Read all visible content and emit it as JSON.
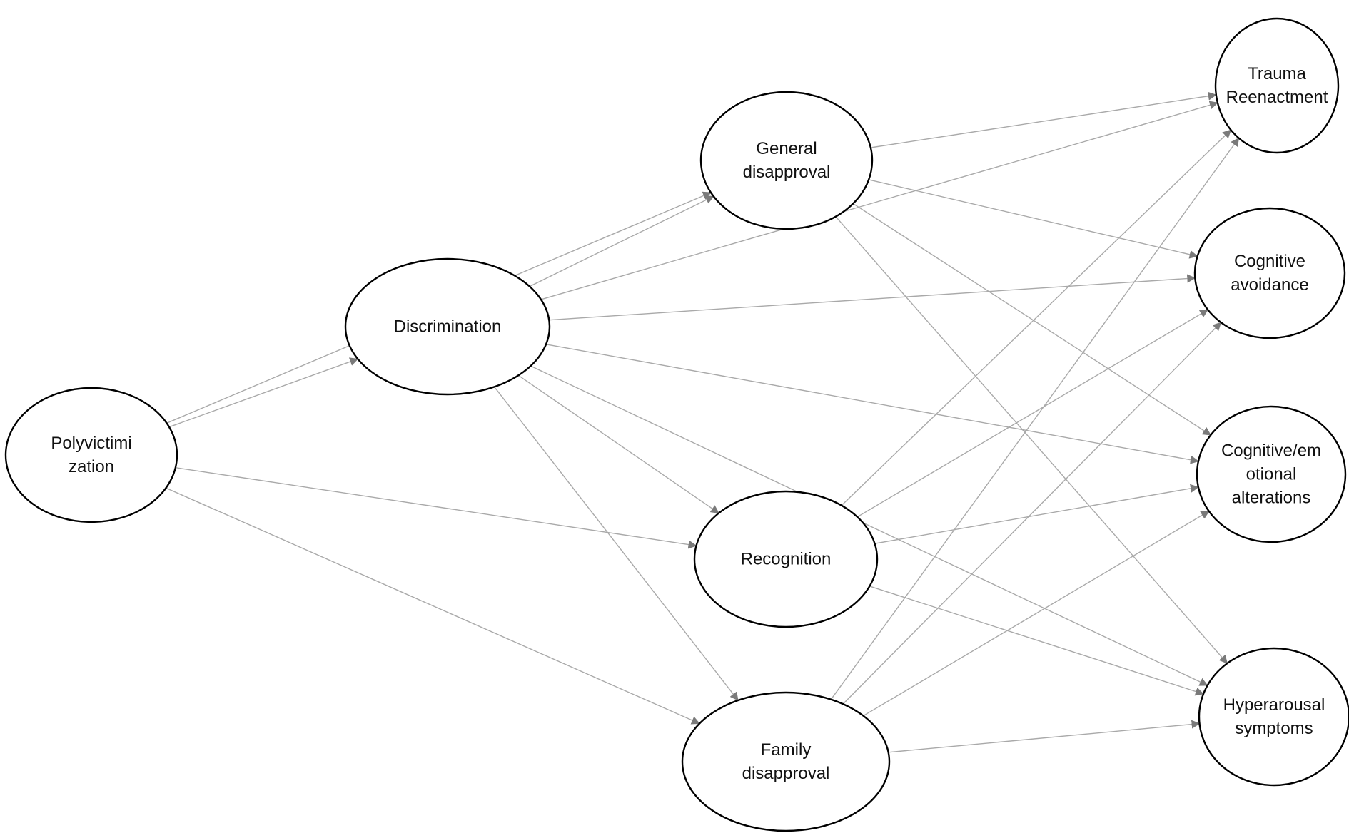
{
  "diagram": {
    "nodes": [
      {
        "id": "polyvictimization",
        "lines": [
          "Polyvictimi",
          "zation"
        ]
      },
      {
        "id": "discrimination",
        "lines": [
          "Discrimination"
        ]
      },
      {
        "id": "general-disapproval",
        "lines": [
          "General",
          "disapproval"
        ]
      },
      {
        "id": "recognition",
        "lines": [
          "Recognition"
        ]
      },
      {
        "id": "family-disapproval",
        "lines": [
          "Family",
          "disapproval"
        ]
      },
      {
        "id": "trauma-reenactment",
        "lines": [
          "Trauma",
          "Reenactment"
        ]
      },
      {
        "id": "cognitive-avoidance",
        "lines": [
          "Cognitive",
          "avoidance"
        ]
      },
      {
        "id": "cognitive-emotional-alterations",
        "lines": [
          "Cognitive/em",
          "otional",
          "alterations"
        ]
      },
      {
        "id": "hyperarousal-symptoms",
        "lines": [
          "Hyperarousal",
          "symptoms"
        ]
      }
    ],
    "edges": [
      {
        "from": "polyvictimization",
        "to": "general-disapproval"
      },
      {
        "from": "polyvictimization",
        "to": "discrimination"
      },
      {
        "from": "polyvictimization",
        "to": "recognition"
      },
      {
        "from": "polyvictimization",
        "to": "family-disapproval"
      },
      {
        "from": "discrimination",
        "to": "general-disapproval"
      },
      {
        "from": "discrimination",
        "to": "recognition"
      },
      {
        "from": "discrimination",
        "to": "family-disapproval"
      },
      {
        "from": "discrimination",
        "to": "trauma-reenactment"
      },
      {
        "from": "discrimination",
        "to": "cognitive-avoidance"
      },
      {
        "from": "discrimination",
        "to": "cognitive-emotional-alterations"
      },
      {
        "from": "discrimination",
        "to": "hyperarousal-symptoms"
      },
      {
        "from": "general-disapproval",
        "to": "trauma-reenactment"
      },
      {
        "from": "general-disapproval",
        "to": "cognitive-avoidance"
      },
      {
        "from": "general-disapproval",
        "to": "cognitive-emotional-alterations"
      },
      {
        "from": "general-disapproval",
        "to": "hyperarousal-symptoms"
      },
      {
        "from": "recognition",
        "to": "trauma-reenactment"
      },
      {
        "from": "recognition",
        "to": "cognitive-avoidance"
      },
      {
        "from": "recognition",
        "to": "cognitive-emotional-alterations"
      },
      {
        "from": "recognition",
        "to": "hyperarousal-symptoms"
      },
      {
        "from": "family-disapproval",
        "to": "trauma-reenactment"
      },
      {
        "from": "family-disapproval",
        "to": "cognitive-avoidance"
      },
      {
        "from": "family-disapproval",
        "to": "cognitive-emotional-alterations"
      },
      {
        "from": "family-disapproval",
        "to": "hyperarousal-symptoms"
      }
    ]
  }
}
